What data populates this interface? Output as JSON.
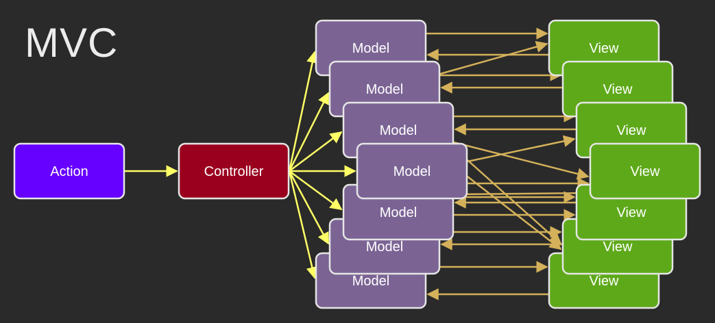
{
  "title": "MVC",
  "colors": {
    "background": "#2a2a2a",
    "action": "#6600ff",
    "controller": "#9a001e",
    "model": "#7b6494",
    "view": "#5ea91a",
    "node_border": "#e6e6e6",
    "controller_arrows": "#ffff66",
    "model_view_arrows": "#d4b15a"
  },
  "nodes": {
    "action": "Action",
    "controller": "Controller",
    "models": [
      "Model",
      "Model",
      "Model",
      "Model",
      "Model",
      "Model",
      "Model"
    ],
    "views": [
      "View",
      "View",
      "View",
      "View",
      "View",
      "View",
      "View"
    ]
  }
}
